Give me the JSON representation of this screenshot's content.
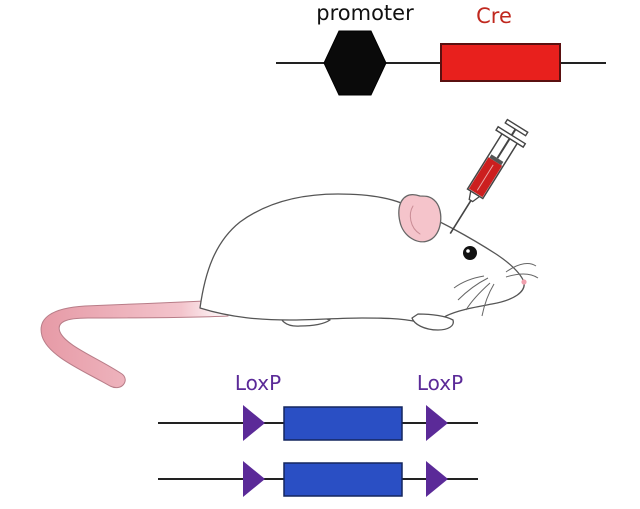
{
  "construct_top": {
    "promoter_label": "promoter",
    "gene_label": "Cre",
    "promoter_color": "#0a0a0a",
    "gene_color": "#e8201d"
  },
  "construct_bottom": {
    "left_site_label": "LoxP",
    "right_site_label": "LoxP",
    "site_color": "#5b2a98",
    "gene_color": "#2a4fc4",
    "strands": 2
  },
  "illustration": {
    "subject": "mouse-icon",
    "injection": "syringe-icon",
    "syringe_fill_color": "#cc1f1f"
  }
}
